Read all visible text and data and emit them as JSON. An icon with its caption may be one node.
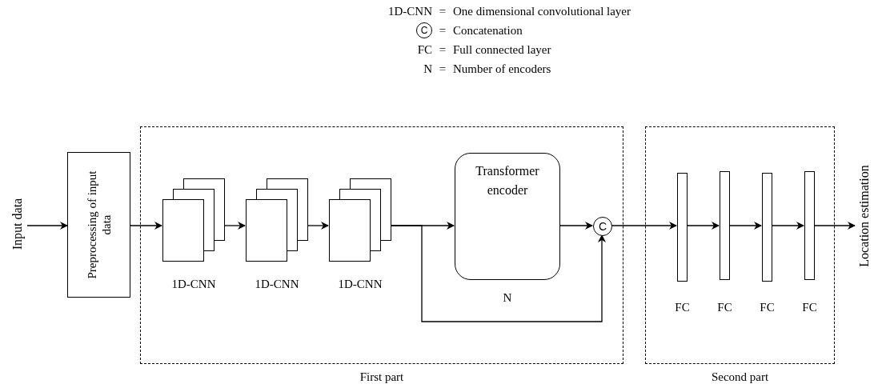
{
  "diagram": {
    "nodes": [
      {
        "text": [
          "Input data"
        ]
      },
      {
        "text": [
          "Preprocessing of input data"
        ]
      },
      {
        "text": [
          "First part"
        ]
      },
      {
        "text": [],
        "shape": "box",
        "beside": [
          "1D-CNN"
        ],
        "in": 2
      },
      {
        "text": [],
        "shape": "box",
        "beside": [
          "1D-CNN"
        ],
        "in": 2
      },
      {
        "text": [],
        "shape": "box",
        "beside": [
          "1D-CNN"
        ],
        "in": 2
      },
      {
        "text": [
          "Transformer encoder"
        ],
        "beside": [
          "N"
        ],
        "in": 2
      },
      {
        "text": [
          "C"
        ],
        "in": 2
      },
      {
        "text": [
          "Second part"
        ]
      },
      {
        "text": [],
        "shape": "bar",
        "beside": [
          "FC"
        ],
        "in": 8
      },
      {
        "text": [],
        "shape": "bar",
        "beside": [
          "FC"
        ],
        "in": 8
      },
      {
        "text": [],
        "shape": "bar",
        "beside": [
          "FC"
        ],
        "in": 8
      },
      {
        "text": [],
        "shape": "bar",
        "beside": [
          "FC"
        ],
        "in": 8
      },
      {
        "text": [
          "Location estimation"
        ]
      }
    ],
    "edges": [
      {
        "from": 0,
        "to": 1,
        "arrow": "to"
      },
      {
        "from": 1,
        "to": 3,
        "arrow": "to"
      },
      {
        "from": 3,
        "to": 4,
        "arrow": "to"
      },
      {
        "from": 4,
        "to": 5,
        "arrow": "to"
      },
      {
        "from": 5,
        "to": 6,
        "arrow": "to"
      },
      {
        "from": 5,
        "to": 7,
        "arrow": "to"
      },
      {
        "from": 6,
        "to": 7,
        "arrow": "to"
      },
      {
        "from": 7,
        "to": 9,
        "arrow": "to"
      },
      {
        "from": 9,
        "to": 10,
        "arrow": "to"
      },
      {
        "from": 10,
        "to": 11,
        "arrow": "to"
      },
      {
        "from": 11,
        "to": 12,
        "arrow": "to"
      },
      {
        "from": 12,
        "to": 13,
        "arrow": "to"
      }
    ],
    "labels": [
      "1D-CNN",
      "=",
      "One dimensional convolutional layer",
      "C",
      "=",
      "Concatenation",
      "FC",
      "=",
      "Full connected layer",
      "N",
      "=",
      "Number of encoders"
    ]
  }
}
